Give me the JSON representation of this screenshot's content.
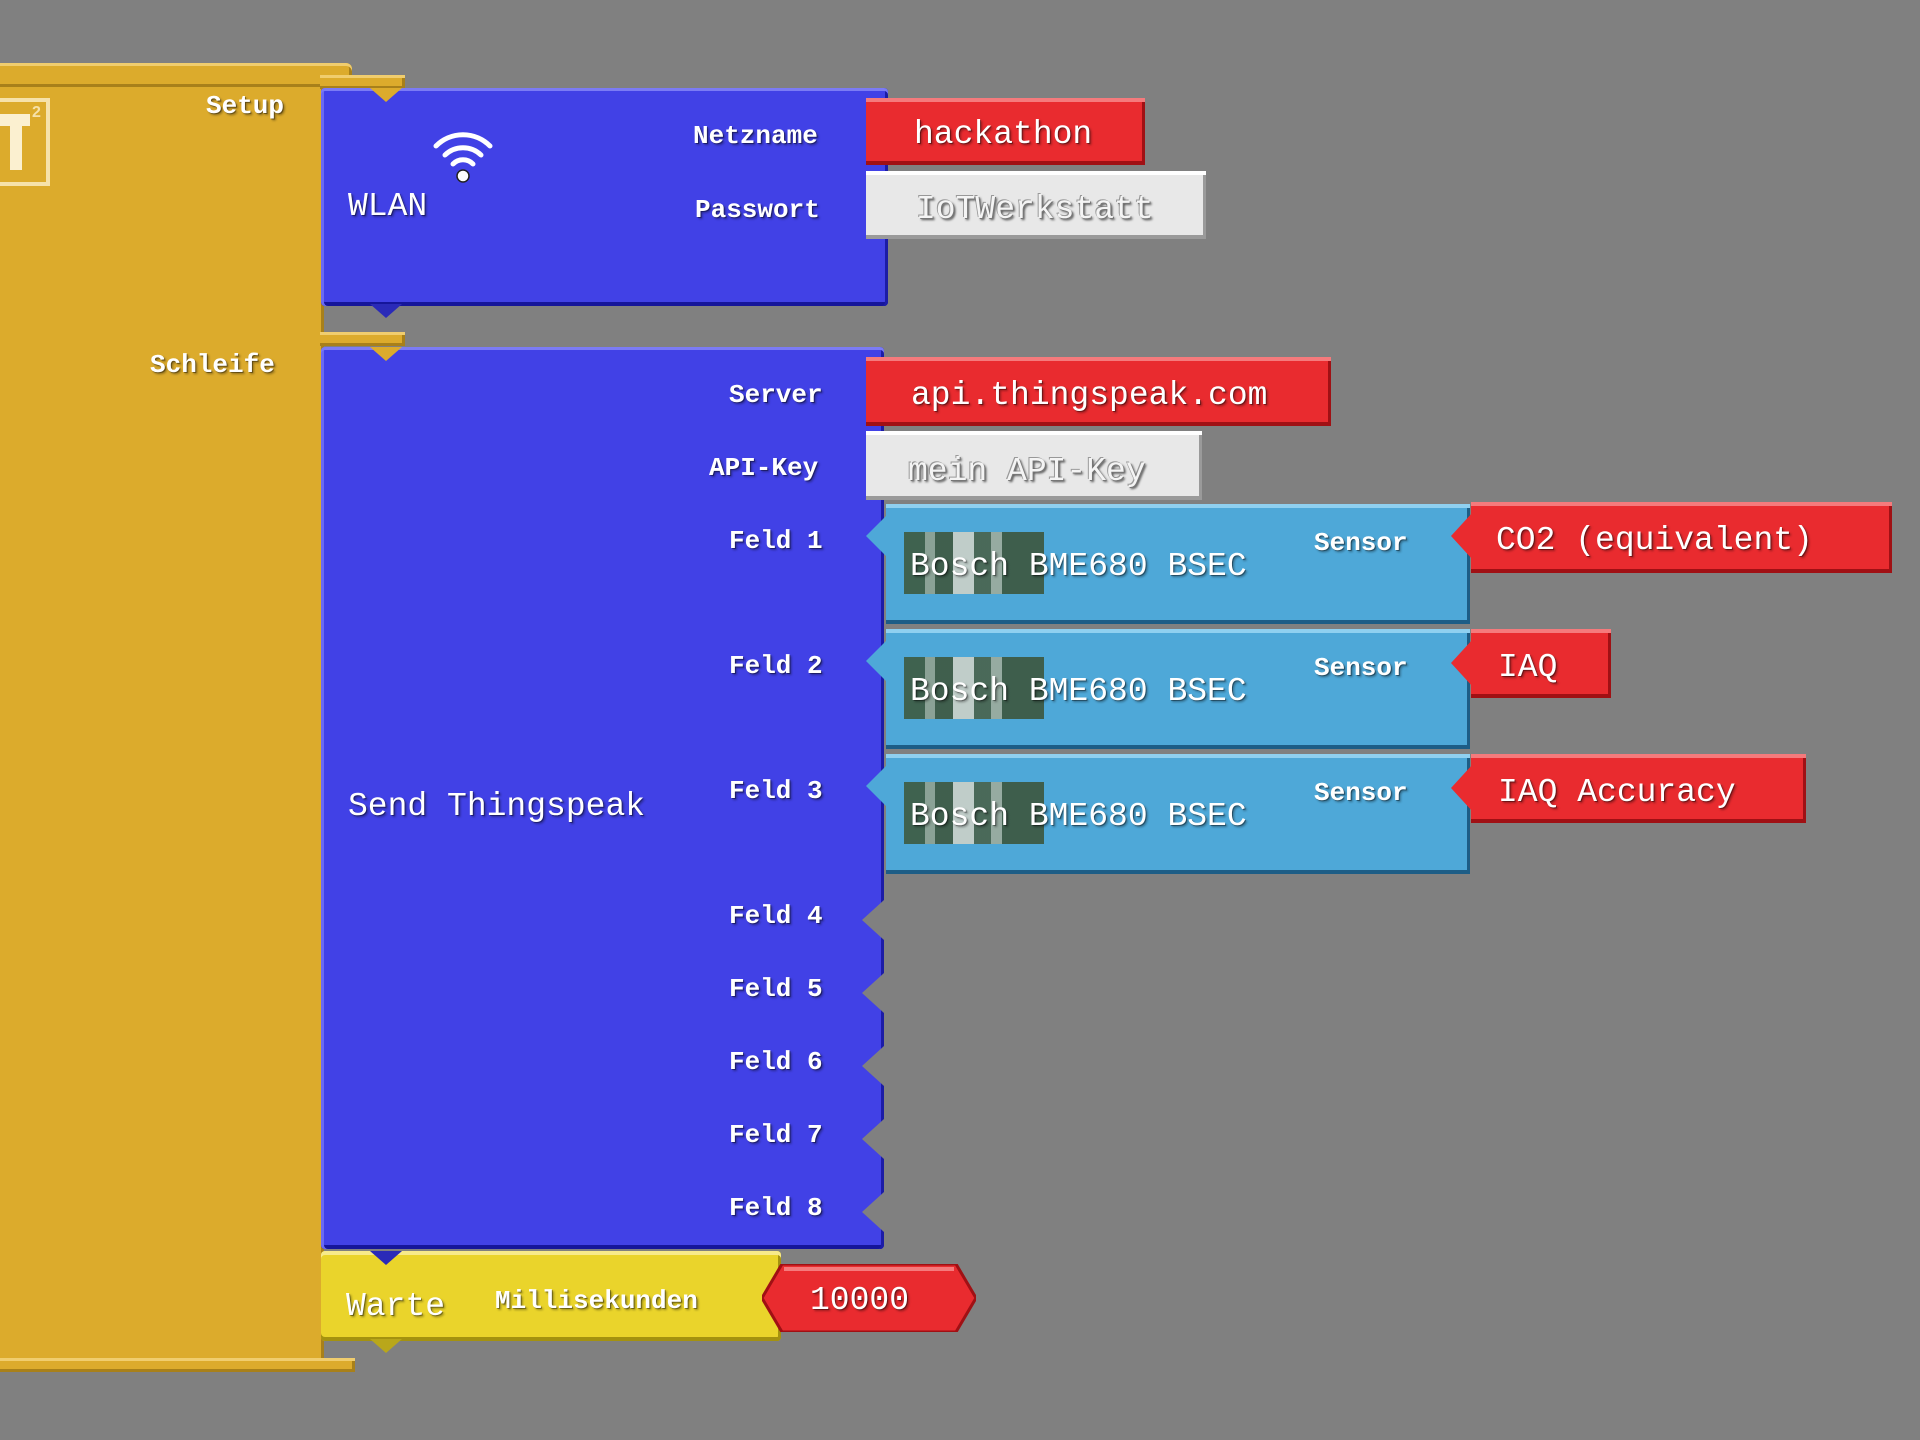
{
  "program": {
    "logo_icon": "iot2-logo",
    "setup_label": "Setup",
    "loop_label": "Schleife"
  },
  "wlan": {
    "title": "WLAN",
    "icon": "wifi-icon",
    "fields": [
      {
        "label": "Netzname",
        "value": "hackathon",
        "kind": "text"
      },
      {
        "label": "Passwort",
        "value": "IoTWerkstatt",
        "kind": "placeholder"
      }
    ]
  },
  "thingspeak": {
    "title": "Send Thingspeak",
    "server_label": "Server",
    "server_value": "api.thingspeak.com",
    "apikey_label": "API-Key",
    "apikey_value": "mein API-Key",
    "fields": [
      {
        "label": "Feld 1",
        "sensor": "Bosch BME680 BSEC",
        "sensor_label": "Sensor",
        "value": "CO2 (equivalent)"
      },
      {
        "label": "Feld 2",
        "sensor": "Bosch BME680 BSEC",
        "sensor_label": "Sensor",
        "value": "IAQ"
      },
      {
        "label": "Feld 3",
        "sensor": "Bosch BME680 BSEC",
        "sensor_label": "Sensor",
        "value": "IAQ Accuracy"
      },
      {
        "label": "Feld 4"
      },
      {
        "label": "Feld 5"
      },
      {
        "label": "Feld 6"
      },
      {
        "label": "Feld 7"
      },
      {
        "label": "Feld 8"
      }
    ]
  },
  "wait": {
    "title": "Warte",
    "unit_label": "Millisekunden",
    "value": "10000"
  },
  "colors": {
    "workspace": "#808080",
    "program_block": "#dcab2c",
    "network_block": "#4141e6",
    "sensor_block": "#4ea8d8",
    "value_block": "#e92b2f",
    "placeholder_block": "#e8e8e8",
    "wait_block": "#ead42b"
  }
}
